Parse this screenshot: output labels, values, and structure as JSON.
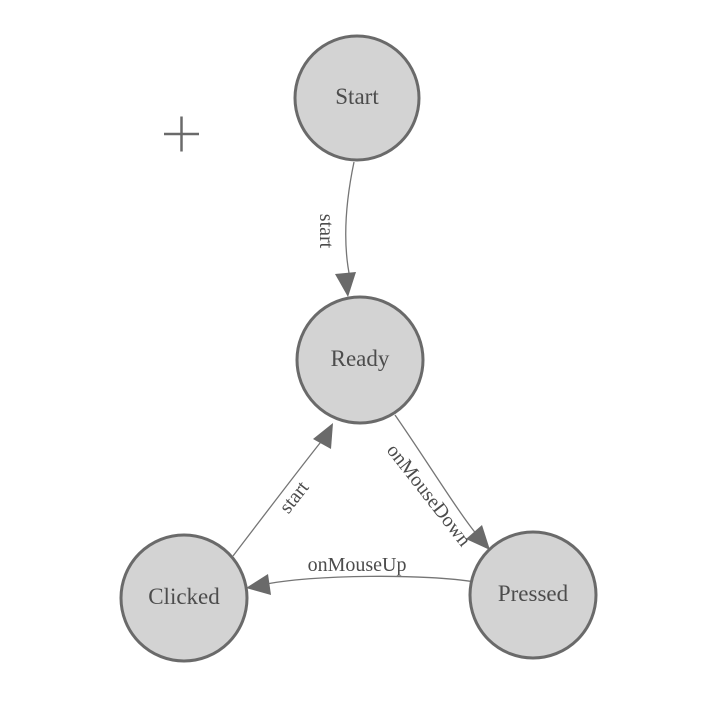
{
  "diagram": {
    "nodes": [
      {
        "id": "start",
        "label": "Start"
      },
      {
        "id": "ready",
        "label": "Ready"
      },
      {
        "id": "clicked",
        "label": "Clicked"
      },
      {
        "id": "pressed",
        "label": "Pressed"
      }
    ],
    "edges": [
      {
        "from": "Start",
        "to": "Ready",
        "label": "start"
      },
      {
        "from": "Ready",
        "to": "Pressed",
        "label": "onMouseDown"
      },
      {
        "from": "Pressed",
        "to": "Clicked",
        "label": "onMouseUp"
      },
      {
        "from": "Clicked",
        "to": "Ready",
        "label": "start"
      }
    ],
    "icons": {
      "canvas_control": "plus-icon"
    },
    "colors": {
      "node_fill": "#d3d3d3",
      "node_border": "#6a6a6a",
      "edge_line": "#757575",
      "arrowhead": "#6a6a6a",
      "label_text": "#4c4c4c",
      "background": "#ffffff"
    }
  }
}
